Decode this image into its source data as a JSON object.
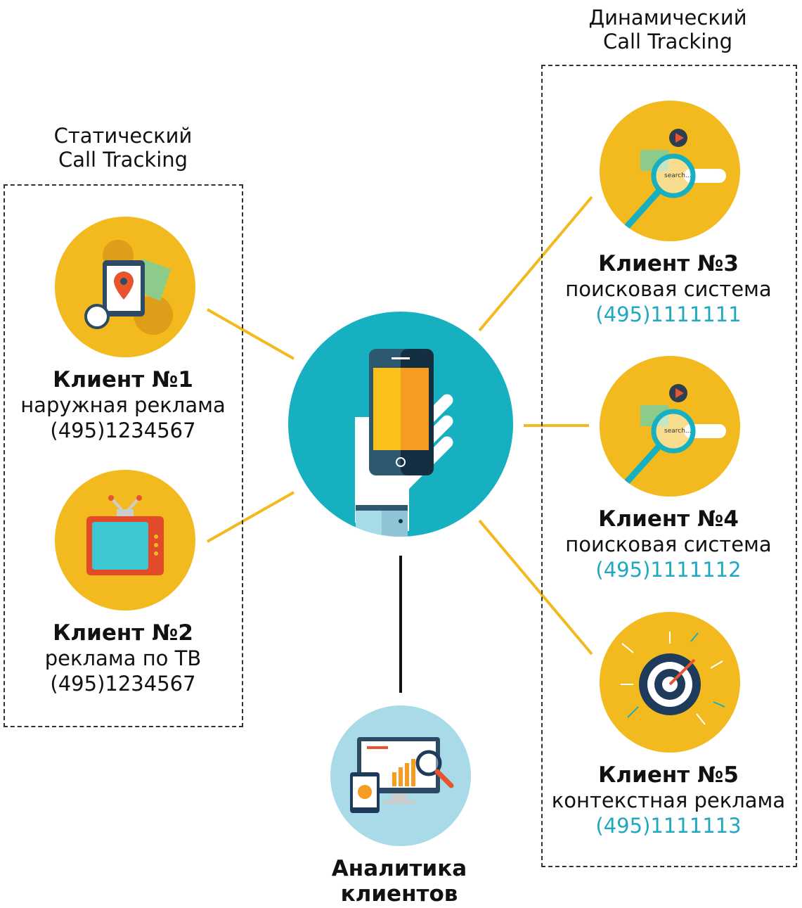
{
  "static_group": {
    "title_line1": "Статический",
    "title_line2": "Call Tracking"
  },
  "dynamic_group": {
    "title_line1": "Динамический",
    "title_line2": "Call Tracking"
  },
  "clients": [
    {
      "name": "Клиент №1",
      "channel": "наружная реклама",
      "phone": "(495)1234567",
      "icon": "map-pin-icon"
    },
    {
      "name": "Клиент №2",
      "channel": "реклама по ТВ",
      "phone": "(495)1234567",
      "icon": "tv-icon"
    },
    {
      "name": "Клиент №3",
      "channel": "поисковая система",
      "phone": "(495)1111111",
      "icon": "search-magnifier-icon"
    },
    {
      "name": "Клиент №4",
      "channel": "поисковая система",
      "phone": "(495)1111112",
      "icon": "search-magnifier-icon"
    },
    {
      "name": "Клиент №5",
      "channel": "контекстная реклама",
      "phone": "(495)1111113",
      "icon": "target-icon"
    }
  ],
  "search_text": "search...",
  "analytics": {
    "line1": "Аналитика",
    "line2": "клиентов"
  },
  "colors": {
    "yellow": "#F2BA1F",
    "teal": "#17B0C1",
    "phone_blue": "#1FA8C0",
    "light_blue": "#A8DAE8"
  }
}
